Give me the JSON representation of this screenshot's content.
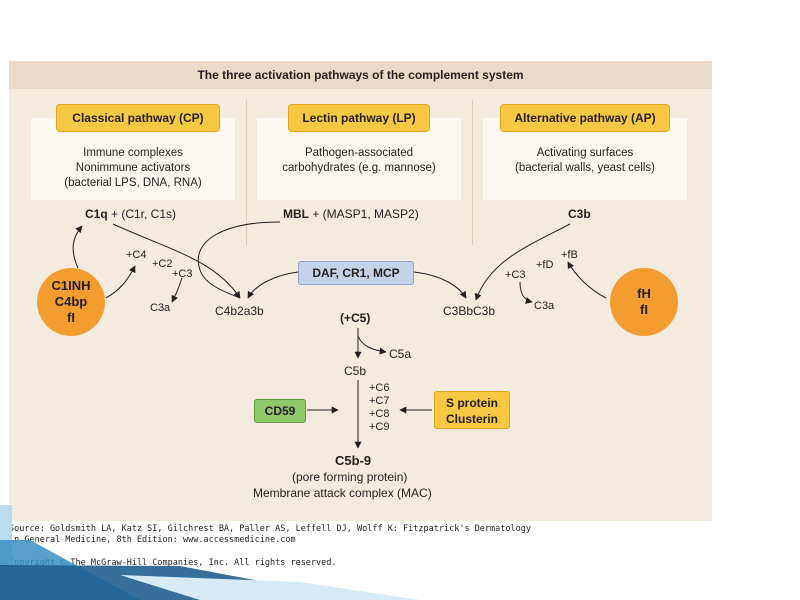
{
  "title": "The three activation pathways of the complement system",
  "pathways": {
    "classical": {
      "name": "Classical pathway (CP)",
      "desc": "Immune complexes\nNonimmune activators\n(bacterial LPS, DNA, RNA)"
    },
    "lectin": {
      "name": "Lectin pathway (LP)",
      "desc": "Pathogen-associated\ncarbohydrates (e.g. mannose)"
    },
    "alternative": {
      "name": "Alternative pathway (AP)",
      "desc": "Activating surfaces\n(bacterial walls, yeast cells)"
    }
  },
  "nodes": {
    "c1q": "C1q",
    "c1q_rest": " + (C1r, C1s)",
    "mbl": "MBL",
    "mbl_rest": " + (MASP1, MASP2)",
    "c3b": "C3b",
    "c4": "+C4",
    "c2": "+C2",
    "c3_left": "+C3",
    "c3a_left": "C3a",
    "c4b2a3b": "C4b2a3b",
    "regulators": "DAF, CR1, MCP",
    "fb": "+fB",
    "fd": "+fD",
    "c3_right": "+C3",
    "c3a_right": "C3a",
    "c3bbc3b": "C3BbC3b",
    "c5": "(+C5)",
    "c5a": "C5a",
    "c5b": "C5b",
    "c6": "+C6",
    "c7": "+C7",
    "c8": "+C8",
    "c9": "+C9",
    "cd59": "CD59",
    "s_protein": "S protein",
    "clusterin": "Clusterin",
    "c5b9": "C5b-9",
    "pore": "(pore forming protein)",
    "mac": "Membrane attack complex (MAC)"
  },
  "inhibitors": {
    "left": [
      "C1INH",
      "C4bp",
      "fI"
    ],
    "right": [
      "fH",
      "fI"
    ]
  },
  "source": {
    "line1": "Source: Goldsmith LA, Katz SI, Gilchrest BA, Paller AS, Leffell DJ, Wolff K: Fitzpatrick's Dermatology",
    "line2": "in General Medicine, 8th Edition: www.accessmedicine.com",
    "copyright": "Copyright © The McGraw-Hill Companies, Inc. All rights reserved."
  },
  "colors": {
    "panel": "#f3ebde",
    "pill": "#f9c842",
    "inhibitor": "#f39c2f",
    "regulator": "#c5d3ea",
    "cd59": "#8fc86a",
    "accent": "#3a8fc4"
  }
}
